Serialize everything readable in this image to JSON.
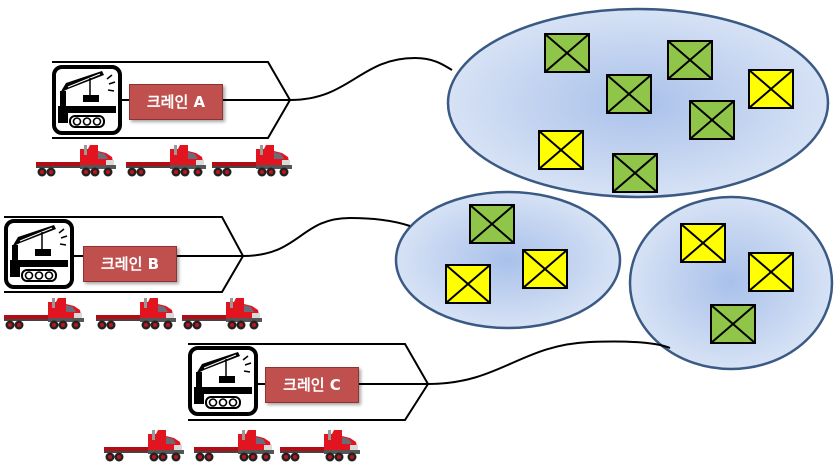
{
  "cranes": [
    {
      "label": "크레인 A"
    },
    {
      "label": "크레인 B"
    },
    {
      "label": "크레인 C"
    }
  ],
  "colors": {
    "cluster_center": "#a9c1ea",
    "cluster_edge": "#dbe5f6",
    "cluster_stroke": "#3a5a84",
    "box_green": "#8fc64a",
    "box_yellow": "#ffff00",
    "label_bg": "#c0504d",
    "truck_red": "#e1141f"
  },
  "icons": [
    "crane-icon",
    "truck-icon",
    "container-box-icon"
  ]
}
